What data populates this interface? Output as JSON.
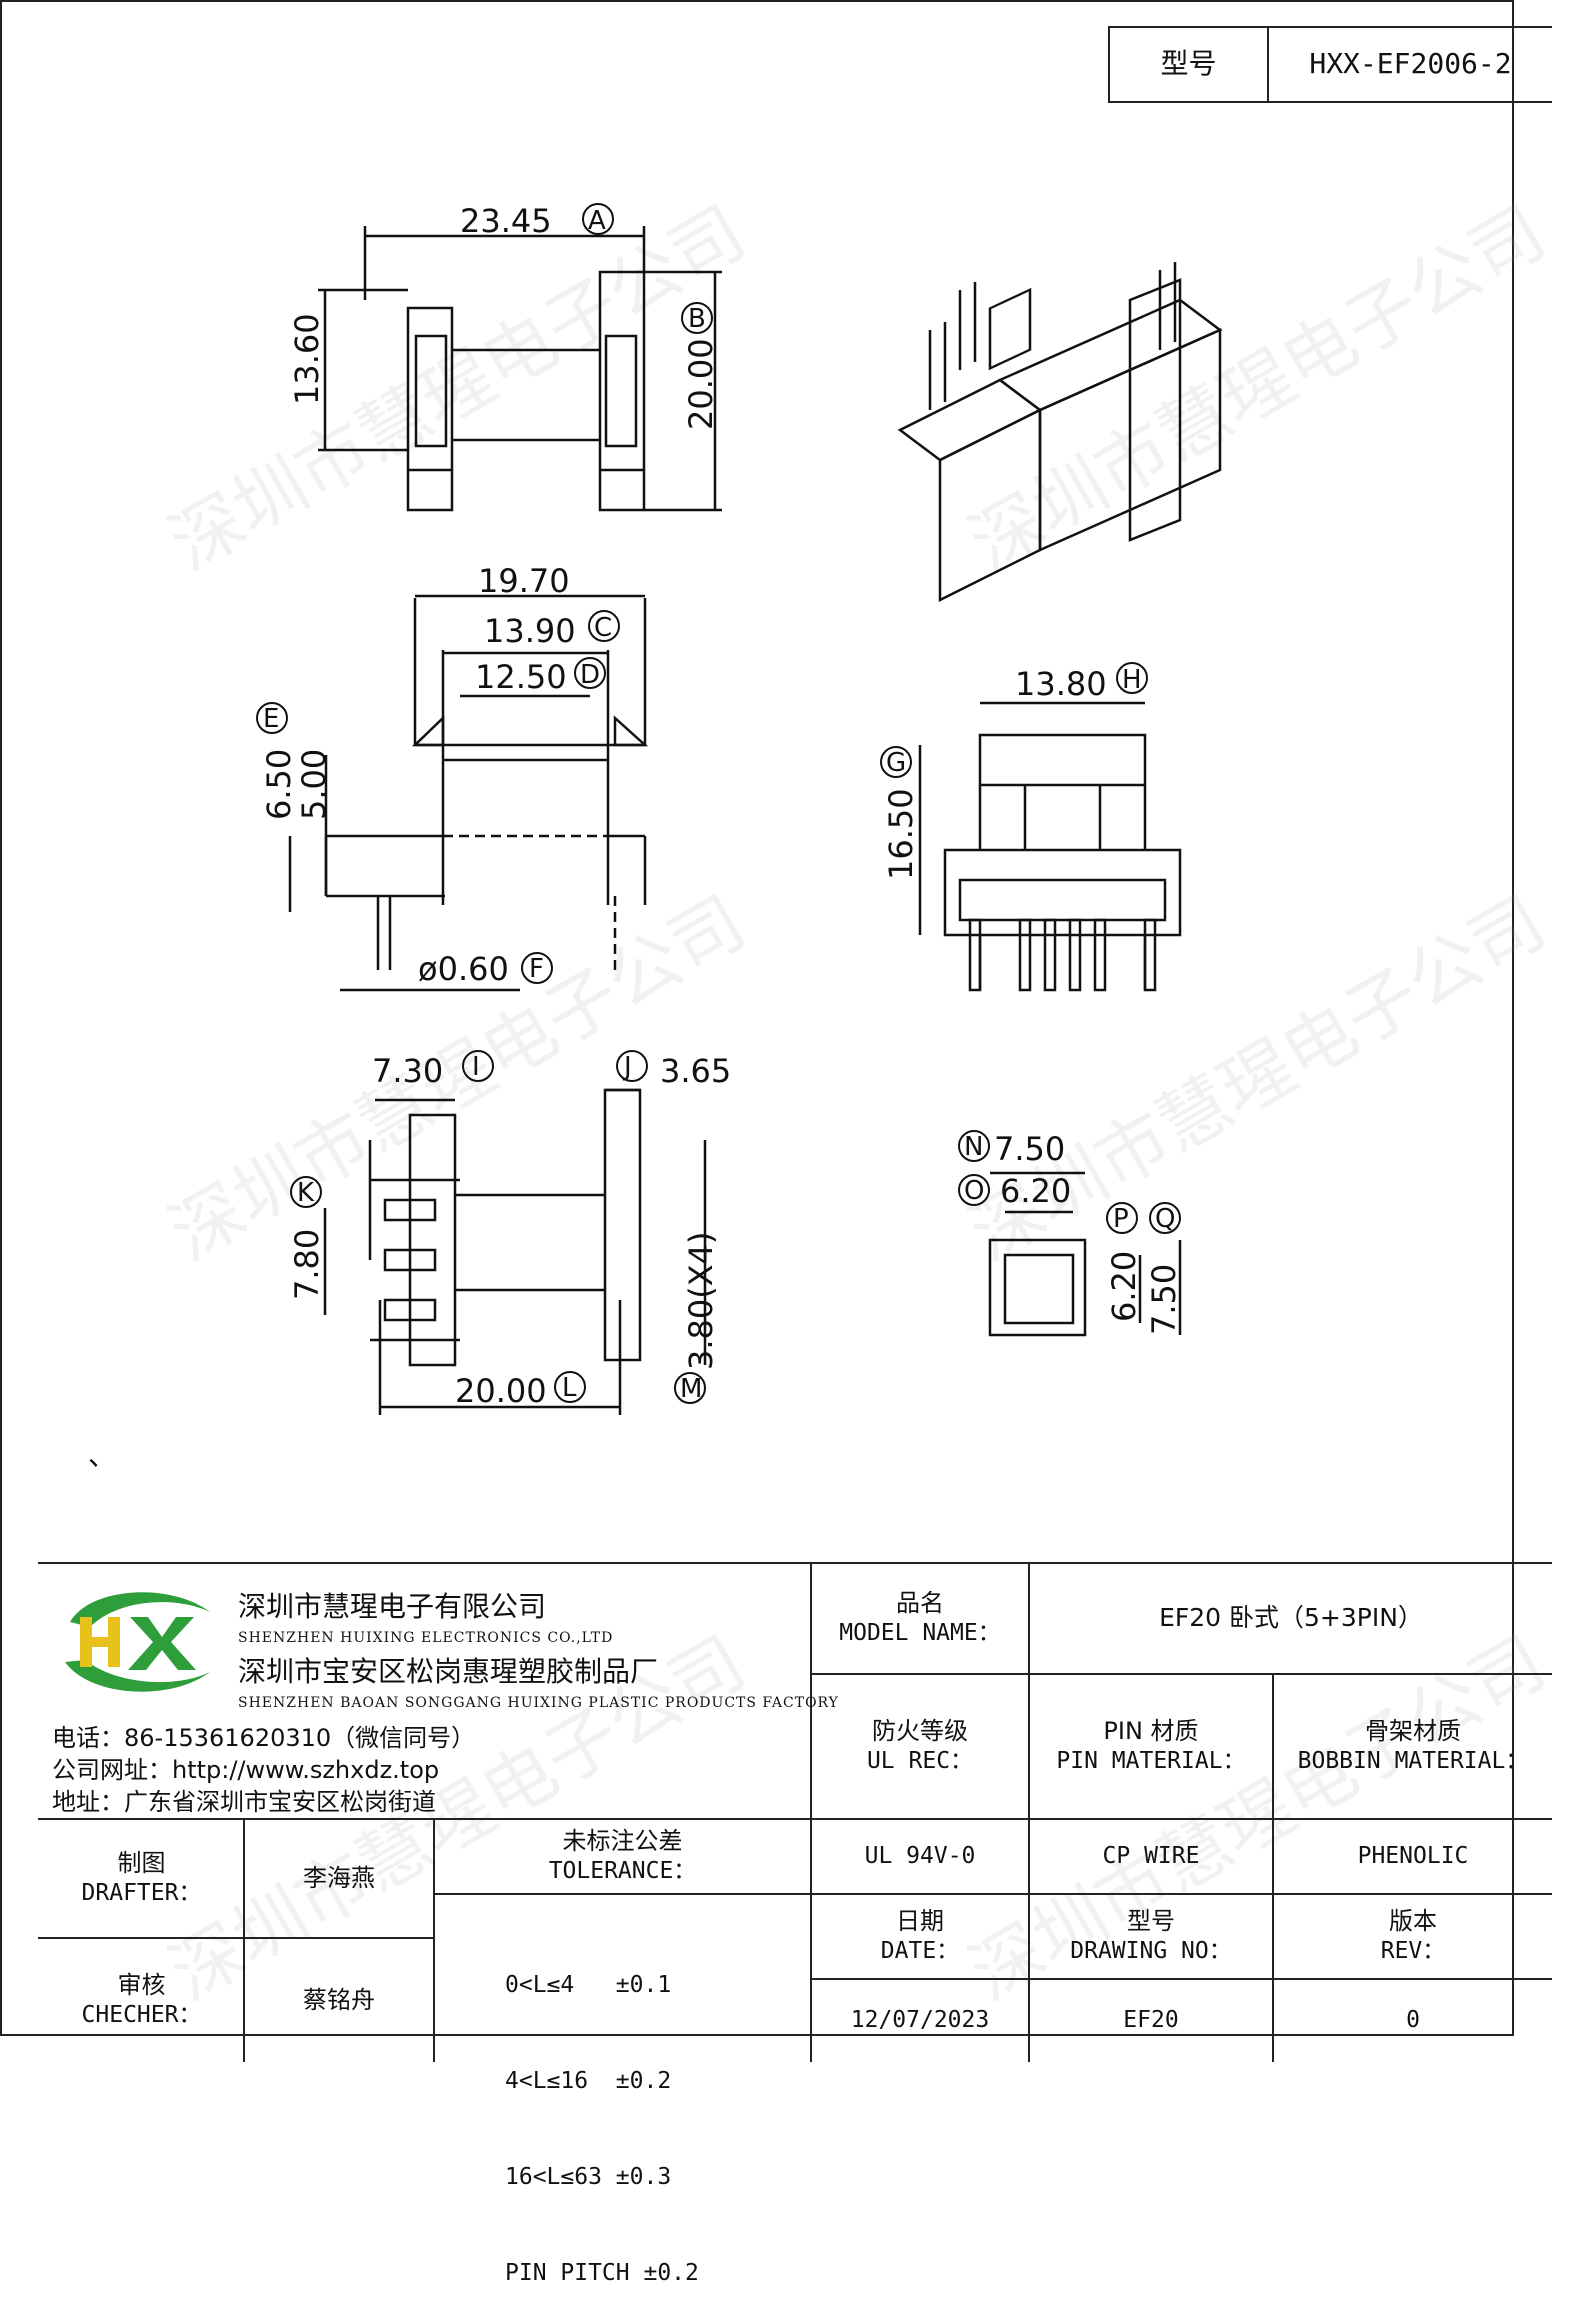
{
  "header": {
    "model_label": "型号",
    "model_value": "HXX-EF2006-2"
  },
  "watermark": "深圳市慧瑆电子公司",
  "dimensions": {
    "A": {
      "value": "23.45",
      "tag": "A"
    },
    "B": {
      "value": "20.00",
      "tag": "B"
    },
    "h1": {
      "value": "13.60"
    },
    "w1970": {
      "value": "19.70"
    },
    "C": {
      "value": "13.90",
      "tag": "C"
    },
    "D": {
      "value": "12.50",
      "tag": "D"
    },
    "E": {
      "value": "6.50",
      "tag": "E"
    },
    "h500": {
      "value": "5.00"
    },
    "F": {
      "value": "ø0.60",
      "tag": "F"
    },
    "H": {
      "value": "13.80",
      "tag": "H"
    },
    "G": {
      "value": "16.50",
      "tag": "G"
    },
    "I": {
      "value": "7.30",
      "tag": "I"
    },
    "J": {
      "value": "3.65",
      "tag": "J"
    },
    "K": {
      "value": "7.80",
      "tag": "K"
    },
    "L": {
      "value": "20.00",
      "tag": "L"
    },
    "M": {
      "value": "3.80(X4)",
      "tag": "M"
    },
    "N": {
      "value": "7.50",
      "tag": "N"
    },
    "O": {
      "value": "6.20",
      "tag": "O"
    },
    "P": {
      "value": "6.20",
      "tag": "P"
    },
    "Q": {
      "value": "7.50",
      "tag": "Q"
    }
  },
  "stray_mark": "、",
  "company": {
    "logo_text": "HX",
    "name_cn": "深圳市慧瑆电子有限公司",
    "name_en": "SHENZHEN HUIXING ELECTRONICS CO.,LTD",
    "factory_cn": "深圳市宝安区松岗惠瑆塑胶制品厂",
    "factory_en": "SHENZHEN BAOAN SONGGANG HUIXING PLASTIC PRODUCTS FACTORY",
    "phone": "电话：86-15361620310（微信同号）",
    "website": "公司网址：http://www.szhxdz.top",
    "address": "地址：广东省深圳市宝安区松岗街道"
  },
  "table": {
    "model_name_cn": "品名",
    "model_name_en": "MODEL NAME：",
    "model_name_value": "EF20 卧式（5+3PIN）",
    "ul_cn": "防火等级",
    "ul_en": "UL REC：",
    "pin_cn": "PIN 材质",
    "pin_en": "PIN MATERIAL：",
    "bobbin_cn": "骨架材质",
    "bobbin_en": "BOBBIN MATERIAL：",
    "drafter_cn": "制图",
    "drafter_en": "DRAFTER：",
    "drafter_name": "李海燕",
    "checker_cn": "审核",
    "checker_en": "CHECHER：",
    "checker_name": "蔡铭舟",
    "tolerance_cn": "未标注公差",
    "tolerance_en": "TOLERANCE：",
    "tolerance_lines": [
      "0<L≤4   ±0.1",
      "4<L≤16  ±0.2",
      "16<L≤63 ±0.3",
      "PIN PITCH ±0.2"
    ],
    "ul_value": "UL 94V-0",
    "pin_value": "CP WIRE",
    "bobbin_value": "PHENOLIC",
    "date_cn": "日期",
    "date_en": "DATE：",
    "drawing_cn": "型号",
    "drawing_en": "DRAWING NO：",
    "rev_cn": "版本",
    "rev_en": "REV：",
    "date_value": "12/07/2023",
    "drawing_value": "EF20",
    "rev_value": "0"
  },
  "colors": {
    "logo_green": "#2e9e3a",
    "logo_yellow": "#e8c21a",
    "line": "#222222"
  }
}
